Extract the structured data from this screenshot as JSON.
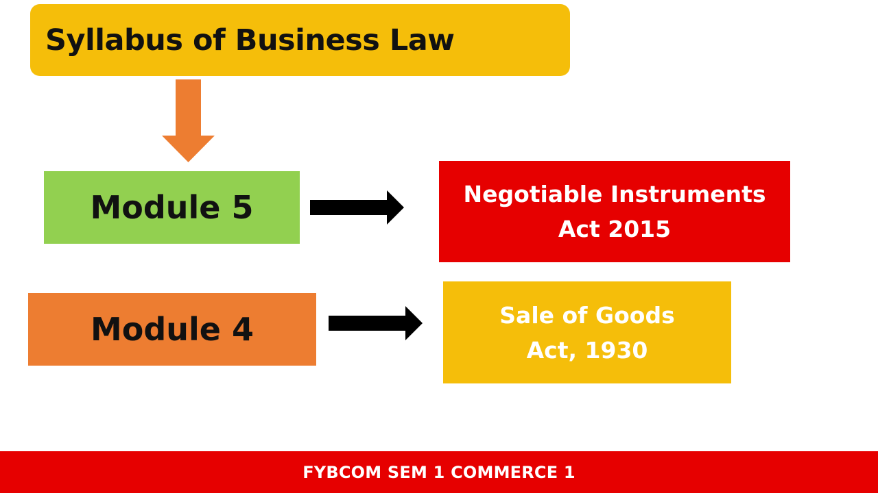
{
  "title": {
    "text": "Syllabus of Business Law"
  },
  "modules": [
    {
      "label": "Module 5",
      "act": "Negotiable Instruments Act 2015"
    },
    {
      "label": "Module 4",
      "act": "Sale of Goods Act, 1930"
    }
  ],
  "footer": {
    "text": "FYBCOM SEM 1 COMMERCE 1"
  },
  "colors": {
    "title_bg": "#F5BE0A",
    "down_arrow": "#ED7D31",
    "module5_bg": "#92D050",
    "module4_bg": "#ED7D31",
    "act1_bg": "#E60000",
    "act2_bg": "#F5BE0A",
    "right_arrow": "#000000",
    "footer_bg": "#E60000"
  }
}
